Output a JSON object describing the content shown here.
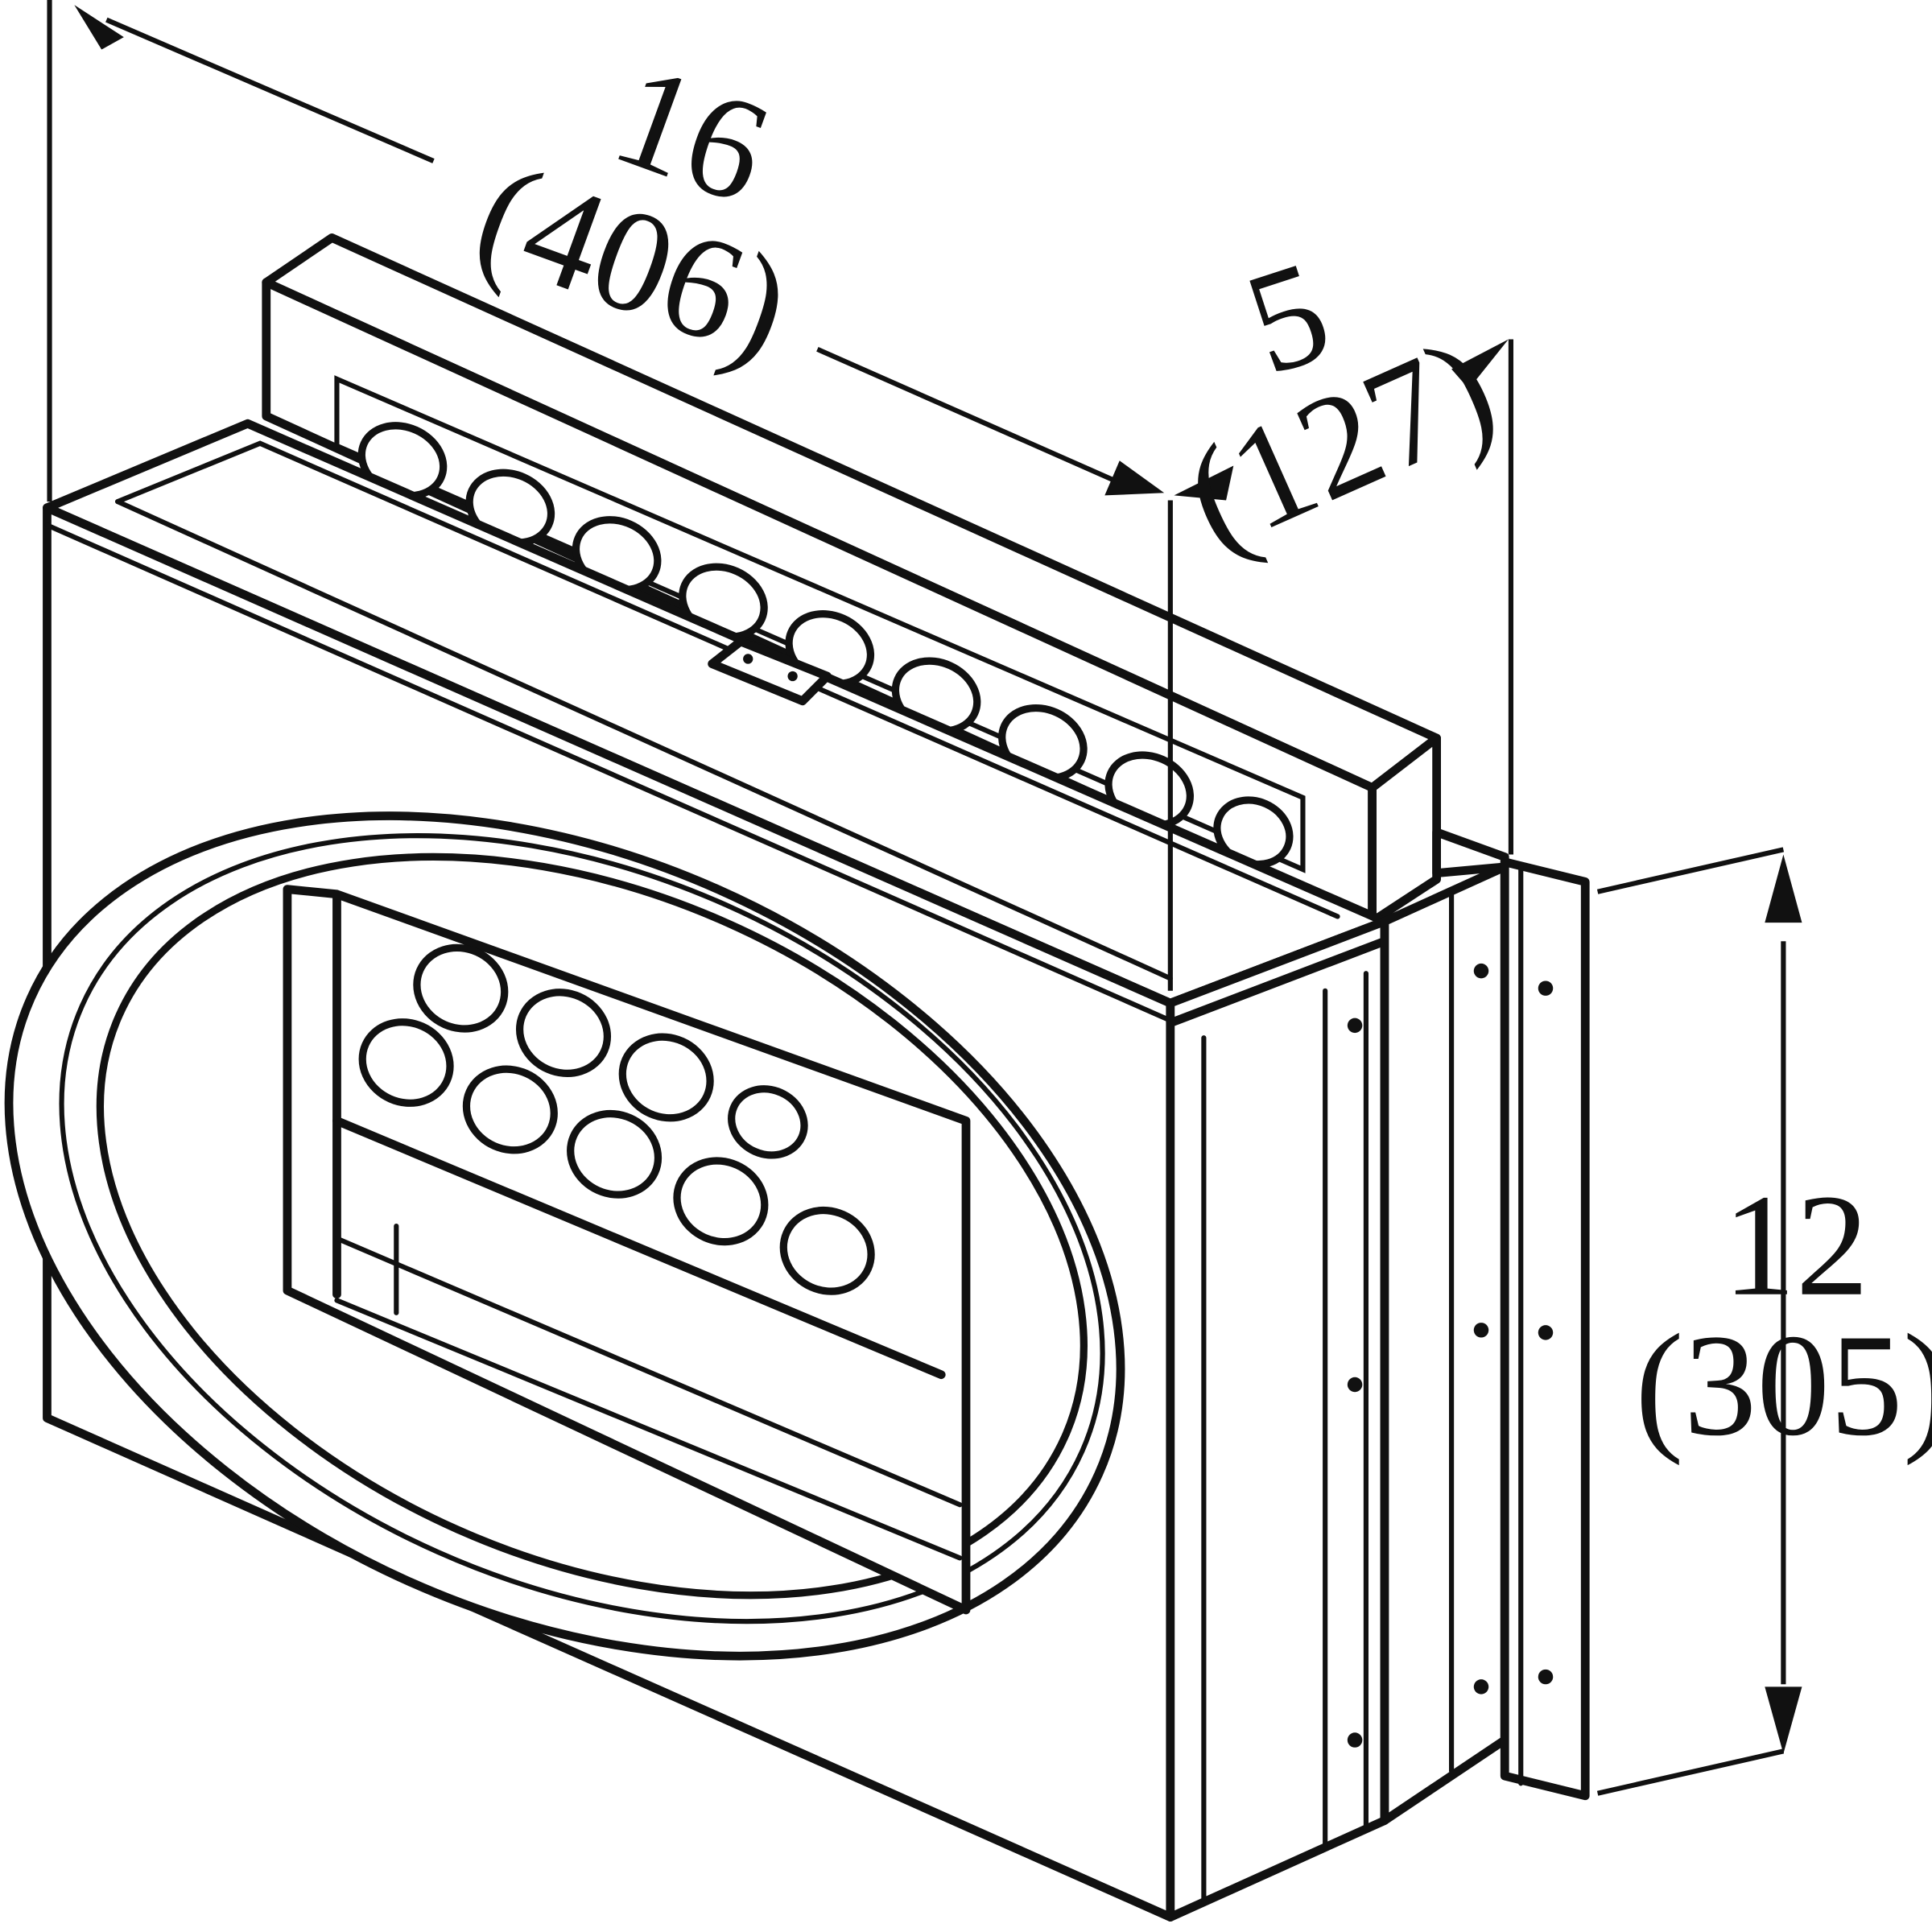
{
  "dimensions": {
    "length": {
      "in": "16",
      "mm": "(406)"
    },
    "depth": {
      "in": "5",
      "mm": "(127)"
    },
    "height": {
      "in": "12",
      "mm": "(305)"
    }
  }
}
